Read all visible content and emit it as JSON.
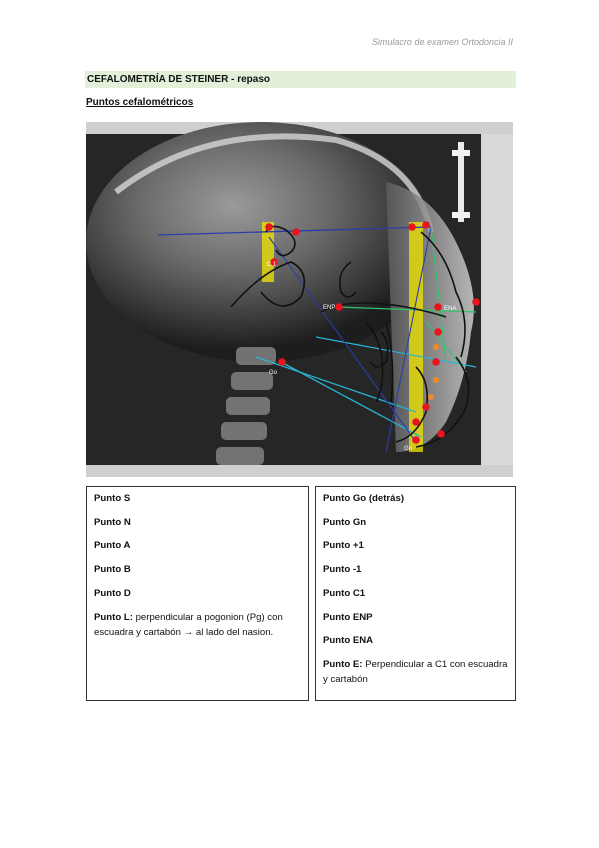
{
  "header": {
    "note": "Simulacro de examen Ortodoncia II"
  },
  "title": "CEFALOMETRÍA DE STEINER - repaso",
  "section": "Puntos cefalométricos",
  "image_labels": {
    "c1": "C 1",
    "enp": "ENP",
    "ena": "ENA",
    "go": "Go",
    "gn": "Gn"
  },
  "colors": {
    "title_bg": "#e2f0d9",
    "yellow_band": "#f2e600",
    "landmark": "#e8141e",
    "plane_blue": "#2b3ea8",
    "plane_cyan": "#27b4d6",
    "plane_green": "#33c46b",
    "tracing": "#111111"
  },
  "left_column": [
    {
      "label": "Punto S",
      "desc": ""
    },
    {
      "label": "Punto N",
      "desc": ""
    },
    {
      "label": "Punto A",
      "desc": ""
    },
    {
      "label": "Punto B",
      "desc": ""
    },
    {
      "label": "Punto D",
      "desc": ""
    },
    {
      "label": "Punto L:",
      "desc": " perpendicular a pogonion (Pg) con escuadra y cartabón → al lado del nasion."
    }
  ],
  "right_column": [
    {
      "label": "Punto Go (detrás)",
      "desc": ""
    },
    {
      "label": "Punto Gn",
      "desc": ""
    },
    {
      "label": "Punto +1",
      "desc": ""
    },
    {
      "label": "Punto -1",
      "desc": ""
    },
    {
      "label": "Punto C1",
      "desc": ""
    },
    {
      "label": "Punto ENP",
      "desc": ""
    },
    {
      "label": "Punto ENA",
      "desc": ""
    },
    {
      "label": "Punto E:",
      "desc": " Perpendicular a C1 con escuadra y cartabón"
    }
  ]
}
